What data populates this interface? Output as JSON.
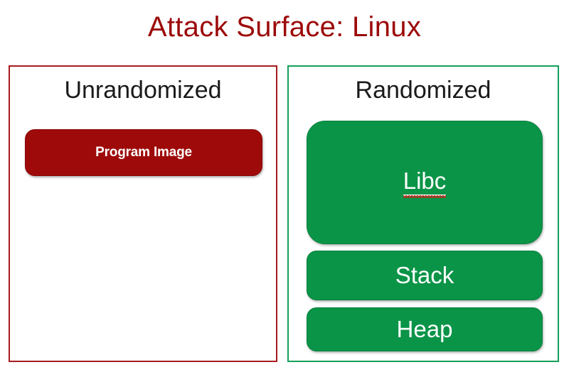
{
  "slide": {
    "title": "Attack Surface: Linux",
    "title_color": "#9C0A0A",
    "background_color": "#FFFFFF"
  },
  "panels": [
    {
      "id": "unrandomized",
      "header": "Unrandomized",
      "border_color": "#A61C1C",
      "accent_color": "#9E0A0A",
      "regions": [
        {
          "id": "program-image",
          "label": "Program Image",
          "fill_color": "#9E0A0A",
          "text_color": "#FFFFFF",
          "misspelled": false
        }
      ]
    },
    {
      "id": "randomized",
      "header": "Randomized",
      "border_color": "#13A05A",
      "accent_color": "#0A9447",
      "regions": [
        {
          "id": "libc",
          "label": "Libc",
          "fill_color": "#0A9447",
          "text_color": "#FFFFFF",
          "misspelled": true,
          "spellcheck_underline_color": "#E01B1B"
        },
        {
          "id": "stack",
          "label": "Stack",
          "fill_color": "#0A9447",
          "text_color": "#FFFFFF",
          "misspelled": false
        },
        {
          "id": "heap",
          "label": "Heap",
          "fill_color": "#0A9447",
          "text_color": "#FFFFFF",
          "misspelled": false
        }
      ]
    }
  ]
}
